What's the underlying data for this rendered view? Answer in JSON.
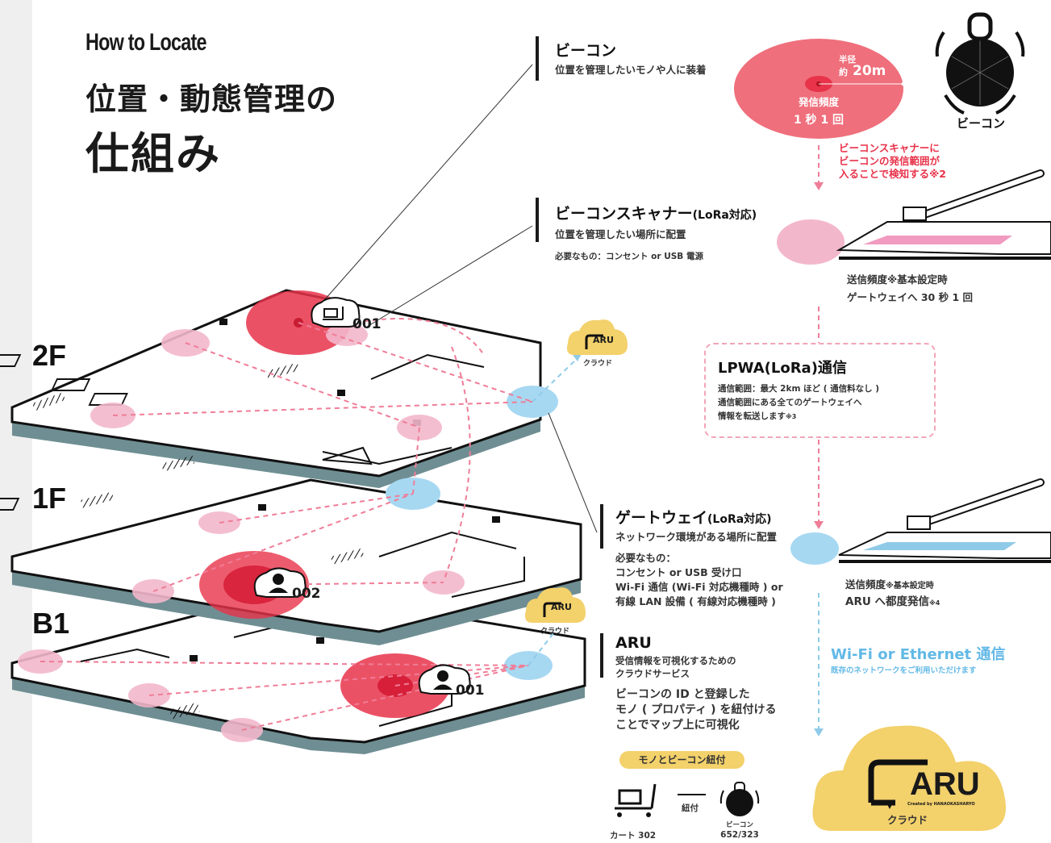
{
  "title": {
    "en": "How to Locate",
    "jp_line1": "位置・動態管理の",
    "jp_line2": "仕組み"
  },
  "floors": [
    "2F",
    "1F",
    "B1"
  ],
  "markers": {
    "floor2": "001",
    "floor1": "002",
    "b1": "001"
  },
  "cloud_small": {
    "logo": "ARU",
    "label": "クラウド"
  },
  "beacon": {
    "heading": "ビーコン",
    "desc": "位置を管理したいモノや人に装着",
    "radius_label": "半径",
    "radius_value_prefix": "約",
    "radius_value": "20m",
    "freq_label": "発信頻度",
    "freq_value": "1 秒 1 回",
    "device_label": "ビーコン",
    "detect_note": [
      "ビーコンスキャナーに",
      "ビーコンの発信範囲が",
      "入ることで検知する※2"
    ]
  },
  "scanner": {
    "heading": "ビーコンスキャナー",
    "heading_suffix": "(LoRa対応)",
    "desc": "位置を管理したい場所に配置",
    "needs": "必要なもの：コンセント or USB 電源",
    "send_freq_label": "送信頻度",
    "send_freq_note": "※基本設定時",
    "send_freq_value": "ゲートウェイへ 30 秒 1 回"
  },
  "lpwa": {
    "heading": "LPWA(LoRa)通信",
    "lines": [
      "通信範囲：最大 2km ほど ( 通信料なし )",
      "通信範囲にある全てのゲートウェイへ",
      "情報を転送します"
    ],
    "note": "※3"
  },
  "gateway": {
    "heading": "ゲートウェイ",
    "heading_suffix": "(LoRa対応)",
    "desc": "ネットワーク環境がある場所に配置",
    "needs": [
      "必要なもの：",
      "コンセント or USB 受け口",
      "Wi-Fi 通信 (Wi-Fi 対応機種時 ) or",
      "有線 LAN 設備 ( 有線対応機種時 )"
    ],
    "send_freq_label": "送信頻度",
    "send_freq_note": "※基本設定時",
    "send_freq_value": "ARU へ都度発信",
    "send_freq_footnote": "※4"
  },
  "wifi": {
    "heading": "Wi-Fi or  Ethernet 通信",
    "sub": "既存のネットワークをご利用いただけます"
  },
  "aru": {
    "heading": "ARU",
    "desc": [
      "受信情報を可視化するための",
      "クラウドサービス"
    ],
    "body": [
      "ビーコンの ID と登録した",
      "モノ ( プロパティ ) を紐付ける",
      "ことでマップ上に可視化"
    ],
    "pill": "モノとビーコン紐付",
    "cart_label": "カート 302",
    "link_label": "紐付",
    "beacon_label": "ビーコン",
    "beacon_id": "652/323"
  },
  "cloud_big": {
    "logo": "ARU",
    "credit": "Created by HANAOKASHARYO",
    "label": "クラウド"
  },
  "colors": {
    "red": "#e8334a",
    "beacon_area": "#ef6f7c",
    "pink": "#f3b7cc",
    "blue": "#a7d8f2",
    "yellow": "#f3d16b",
    "floor_shadow": "#6f8e93"
  },
  "icons": [
    "beacon-icon",
    "cart-icon",
    "person-icon",
    "cloud-icon",
    "antenna-icon"
  ]
}
